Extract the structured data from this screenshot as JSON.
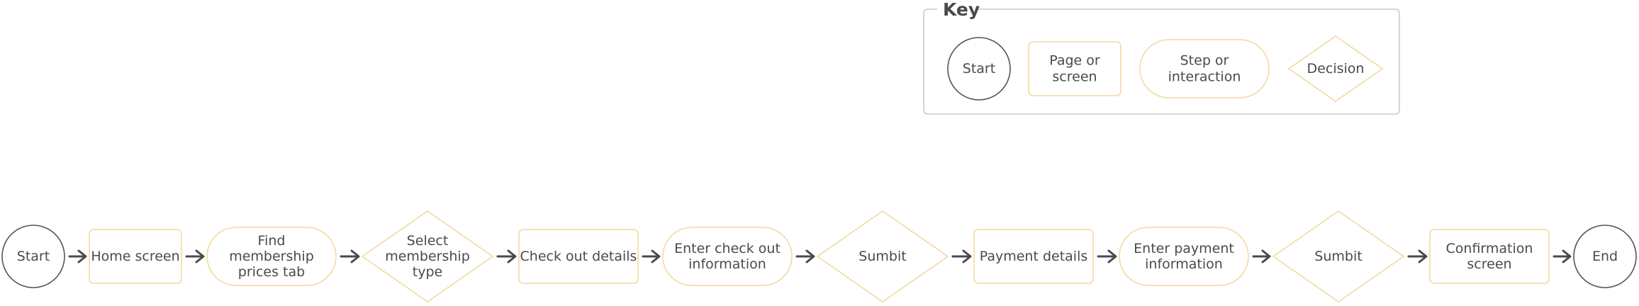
{
  "key": {
    "title": "Key",
    "items": [
      {
        "shape": "circle",
        "lines": [
          "Start"
        ]
      },
      {
        "shape": "rect",
        "lines": [
          "Page or",
          "screen"
        ]
      },
      {
        "shape": "pill",
        "lines": [
          "Step or",
          "interaction"
        ]
      },
      {
        "shape": "diamond",
        "lines": [
          "Decision"
        ]
      }
    ]
  },
  "flow": {
    "nodes": [
      {
        "shape": "circle",
        "lines": [
          "Start"
        ]
      },
      {
        "shape": "rect",
        "lines": [
          "Home screen"
        ]
      },
      {
        "shape": "pill",
        "lines": [
          "Find",
          "membership",
          "prices tab"
        ]
      },
      {
        "shape": "diamond",
        "lines": [
          "Select",
          "membership",
          "type"
        ]
      },
      {
        "shape": "rect",
        "lines": [
          "Check out details"
        ]
      },
      {
        "shape": "pill",
        "lines": [
          "Enter check out",
          "information"
        ]
      },
      {
        "shape": "diamond",
        "lines": [
          "Sumbit"
        ]
      },
      {
        "shape": "rect",
        "lines": [
          "Payment details"
        ]
      },
      {
        "shape": "pill",
        "lines": [
          "Enter payment",
          "information"
        ]
      },
      {
        "shape": "diamond",
        "lines": [
          "Sumbit"
        ]
      },
      {
        "shape": "rect",
        "lines": [
          "Confirmation",
          "screen"
        ]
      },
      {
        "shape": "circle",
        "lines": [
          "End"
        ]
      }
    ]
  },
  "colors": {
    "circle_stroke": "#555555",
    "node_stroke": "#f3d9a0",
    "arrow": "#4a4a4a",
    "key_border": "#c9c9c9",
    "text": "#4a4a4a"
  }
}
